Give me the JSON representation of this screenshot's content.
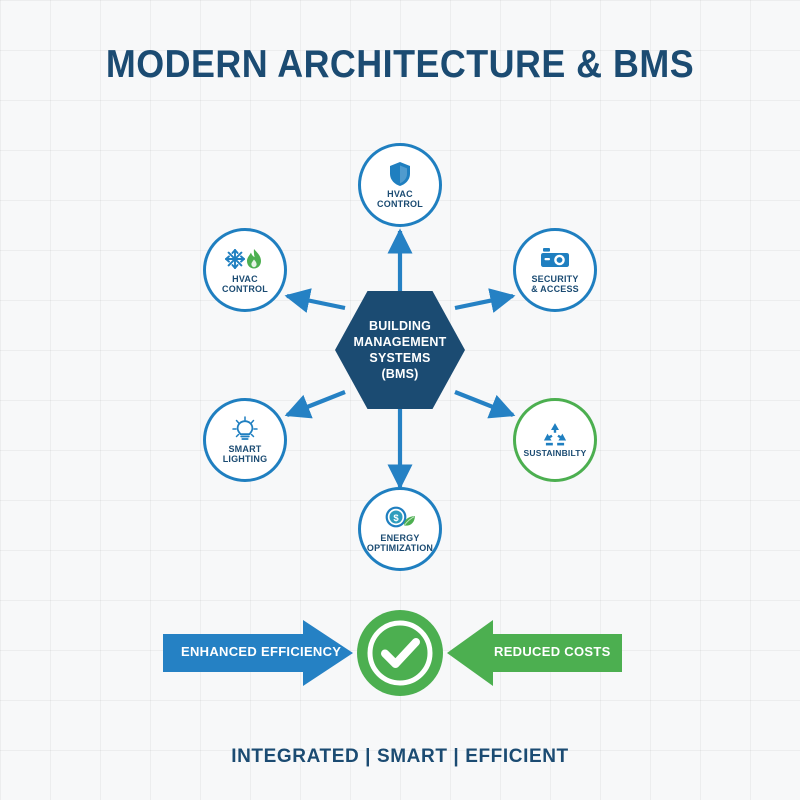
{
  "title": "MODERN ARCHITECTURE & BMS",
  "core": {
    "label": "BUILDING\nMANAGEMENT\nSYSTEMS\n(BMS)",
    "shape": "hexagon",
    "color": "#1b4b72"
  },
  "nodes": [
    {
      "id": "hvac-control-top",
      "label": "HVAC\nCONTROL",
      "icon": "shield-icon",
      "color": "#1f7fc0",
      "position": "top"
    },
    {
      "id": "hvac-control-left",
      "label": "HVAC\nCONTROL",
      "icon": "snowflake-flame-icon",
      "color": "#1f7fc0",
      "position": "upper-left"
    },
    {
      "id": "security-access",
      "label": "SECURITY\n& ACCESS",
      "icon": "cctv-camera-icon",
      "color": "#1f7fc0",
      "position": "upper-right"
    },
    {
      "id": "smart-lighting",
      "label": "SMART\nLIGHTING",
      "icon": "lightbulb-icon",
      "color": "#1f7fc0",
      "position": "lower-left"
    },
    {
      "id": "sustainability",
      "label": "SUSTAINBILTY",
      "icon": "recycle-icon",
      "color": "#4caf50",
      "position": "lower-right"
    },
    {
      "id": "energy-optimization",
      "label": "ENERGY\nOPTIMIZATION",
      "icon": "coin-leaf-icon",
      "color": "#1f7fc0",
      "position": "bottom"
    }
  ],
  "outcomes": {
    "left_arrow": {
      "label": "ENHANCED EFFICIENCY",
      "color": "#2581c4",
      "direction": "right"
    },
    "right_arrow": {
      "label": "REDUCED COSTS",
      "color": "#4caf50",
      "direction": "left"
    },
    "center_badge": {
      "icon": "check-circle-icon",
      "color": "#4caf50"
    }
  },
  "footer": "INTEGRATED | SMART | EFFICIENT",
  "palette": {
    "background": "#f7f8f9",
    "navy": "#1b4b72",
    "blue": "#1f7fc0",
    "green": "#4caf50",
    "arrow_blue": "#2581c4"
  }
}
